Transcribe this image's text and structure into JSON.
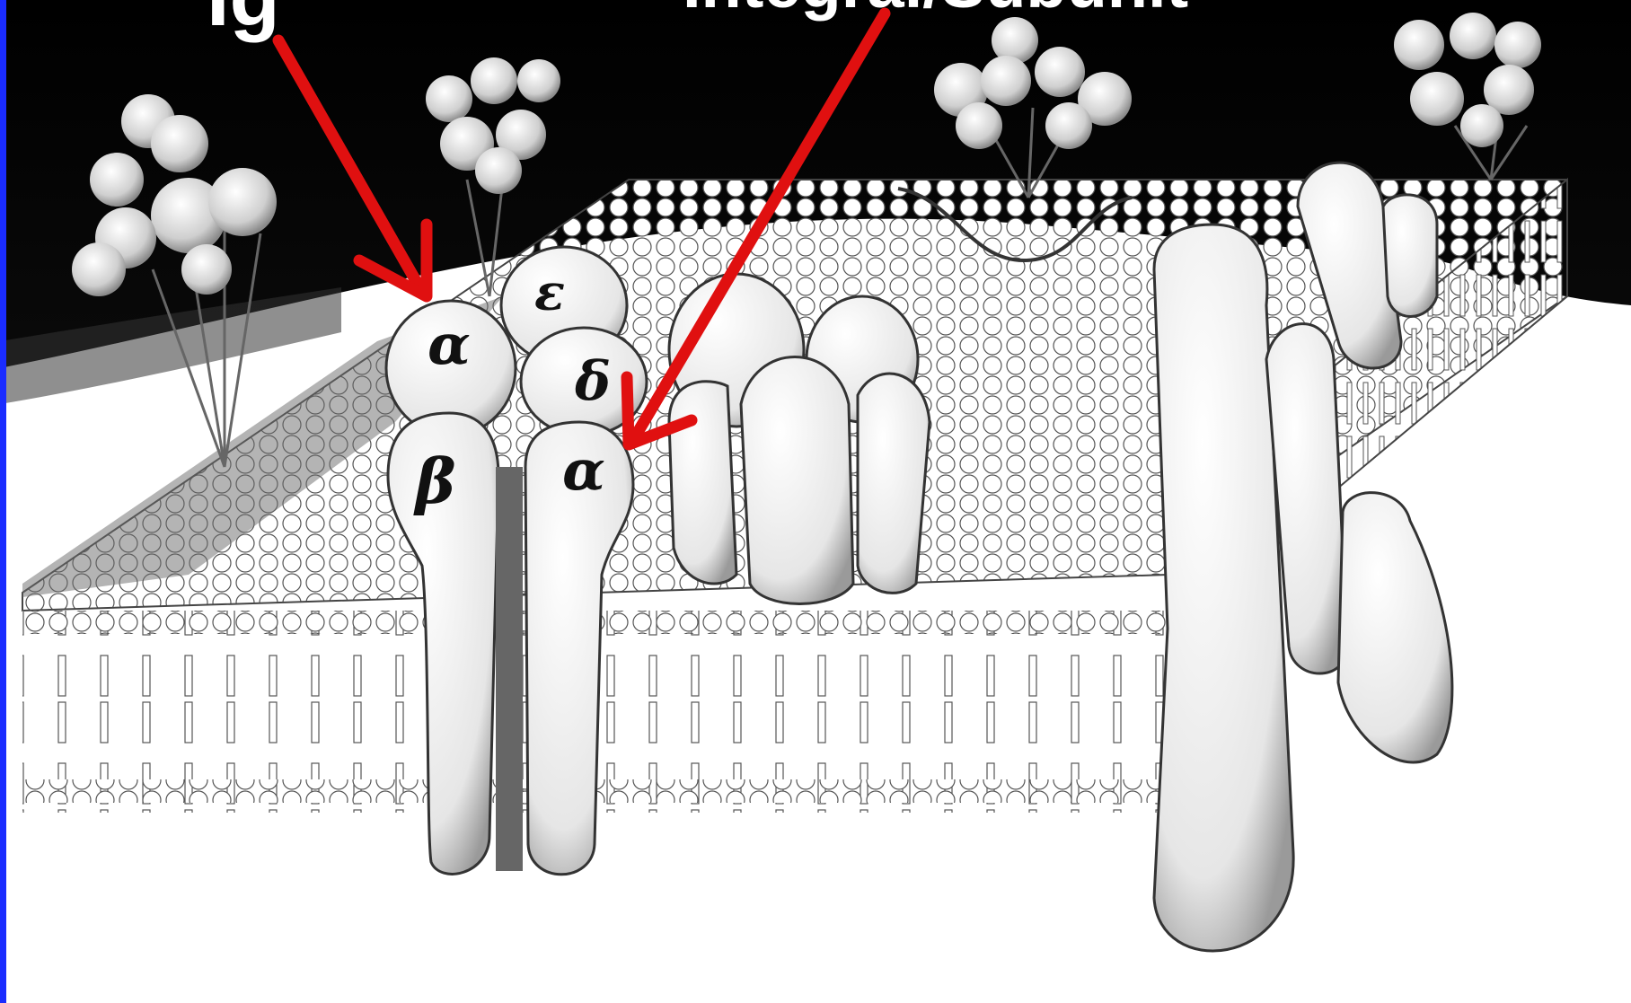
{
  "labels": {
    "left_label": "Ig",
    "right_label": "Integral/Subunit"
  },
  "subunits": {
    "alpha_top": "α",
    "epsilon": "ε",
    "delta": "δ",
    "beta": "β",
    "alpha_bottom": "α"
  },
  "colors": {
    "background_top": "#000000",
    "background_bottom": "#ffffff",
    "arrow": "#e01010",
    "frame_left": "#1a2cff"
  }
}
